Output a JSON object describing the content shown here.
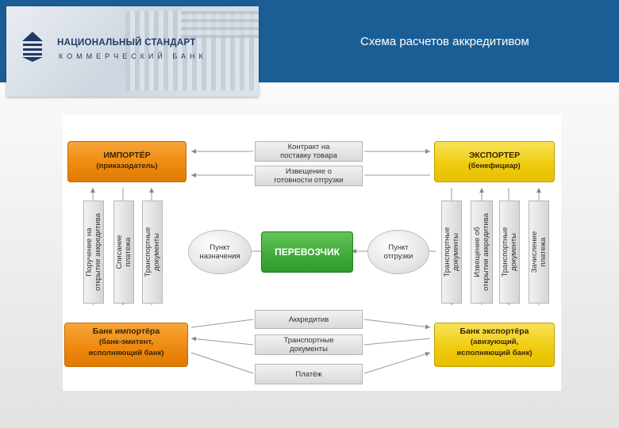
{
  "header": {
    "logo_line1": "НАЦИОНАЛЬНЫЙ СТАНДАРТ",
    "logo_line2": "КОММЕРЧЕСКИЙ БАНК",
    "title": "Схема расчетов аккредитивом",
    "bar_color": "#1b5e95"
  },
  "diagram": {
    "importer": {
      "title": "ИМПОРТЁР",
      "subtitle": "(приказодатель)"
    },
    "exporter": {
      "title": "ЭКСПОРТЕР",
      "subtitle": "(бенефициар)"
    },
    "carrier": "ПЕРЕВОЗЧИК",
    "importer_bank": {
      "title": "Банк импортёра",
      "sub1": "(банк-эмитент,",
      "sub2": "исполняющий банк)"
    },
    "exporter_bank": {
      "title": "Банк экспортёра",
      "sub1": "(авизующий,",
      "sub2": "исполняющий банк)"
    },
    "top_flows": [
      {
        "line1": "Контракт на",
        "line2": "поставку товара"
      },
      {
        "line1": "Извещение о",
        "line2": "готовности отгрузки"
      }
    ],
    "bottom_flows": [
      {
        "line1": "Аккредитив",
        "line2": ""
      },
      {
        "line1": "Транспортные",
        "line2": "документы"
      },
      {
        "line1": "Платёж",
        "line2": ""
      }
    ],
    "left_bars": [
      {
        "line1": "Поручение на",
        "line2": "открытие аккредитива"
      },
      {
        "line1": "Списание",
        "line2": "платежа"
      },
      {
        "line1": "Транспортные",
        "line2": "документы"
      }
    ],
    "right_bars": [
      {
        "line1": "Транспортные",
        "line2": "документы"
      },
      {
        "line1": "Извещение об",
        "line2": "открытии аккредитива"
      },
      {
        "line1": "Транспортные",
        "line2": "документы"
      },
      {
        "line1": "Зачисление",
        "line2": "платежа"
      }
    ],
    "destination": {
      "line1": "Пункт",
      "line2": "назначения"
    },
    "shipment": {
      "line1": "Пункт",
      "line2": "отгрузки"
    },
    "colors": {
      "orange": "#ef8a10",
      "yellow": "#efcc10",
      "green": "#3faa38"
    }
  }
}
